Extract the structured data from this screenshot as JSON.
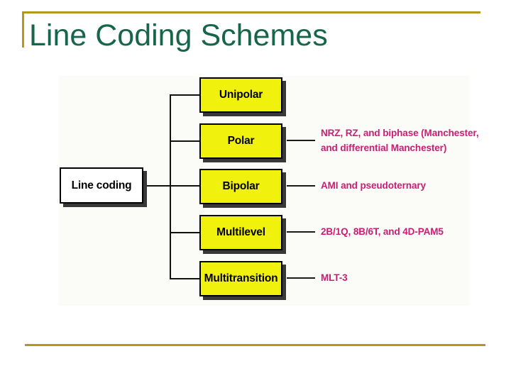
{
  "slide": {
    "title": "Line Coding Schemes",
    "colors": {
      "title_green": "#17664A",
      "rule_gold": "#B6971E",
      "box_yellow": "#F1F10E",
      "annotation_magenta": "#C91E73",
      "connector_black": "#111111",
      "shadow_gray": "#383838",
      "root_box_white": "#FFFFFF"
    }
  },
  "diagram": {
    "root": {
      "label": "Line coding"
    },
    "branches": [
      {
        "label": "Unipolar",
        "annotation_lines": []
      },
      {
        "label": "Polar",
        "annotation_lines": [
          "NRZ, RZ, and biphase (Manchester,",
          "and differential Manchester)"
        ]
      },
      {
        "label": "Bipolar",
        "annotation_lines": [
          "AMI and pseudoternary"
        ]
      },
      {
        "label": "Multilevel",
        "annotation_lines": [
          "2B/1Q, 8B/6T, and 4D-PAM5"
        ]
      },
      {
        "label": "Multitransition",
        "annotation_lines": [
          "MLT-3"
        ]
      }
    ]
  }
}
